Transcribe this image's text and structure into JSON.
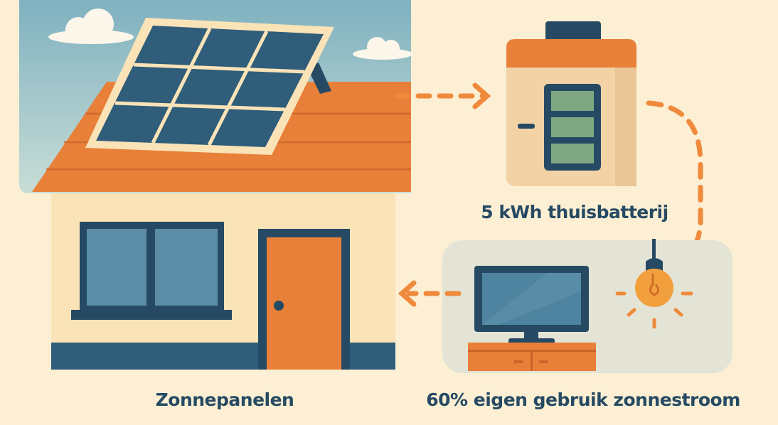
{
  "labels": {
    "battery": "5 kWh thuisbatterij",
    "panels": "Zonnepanelen",
    "self_use": "60% eigen gebruik zonnestroom"
  },
  "colors": {
    "background": "#fcefd3",
    "navy": "#264a63",
    "orange": "#e8803a",
    "battery_cell": "#7fa882",
    "sky": "#8dbcc8"
  }
}
